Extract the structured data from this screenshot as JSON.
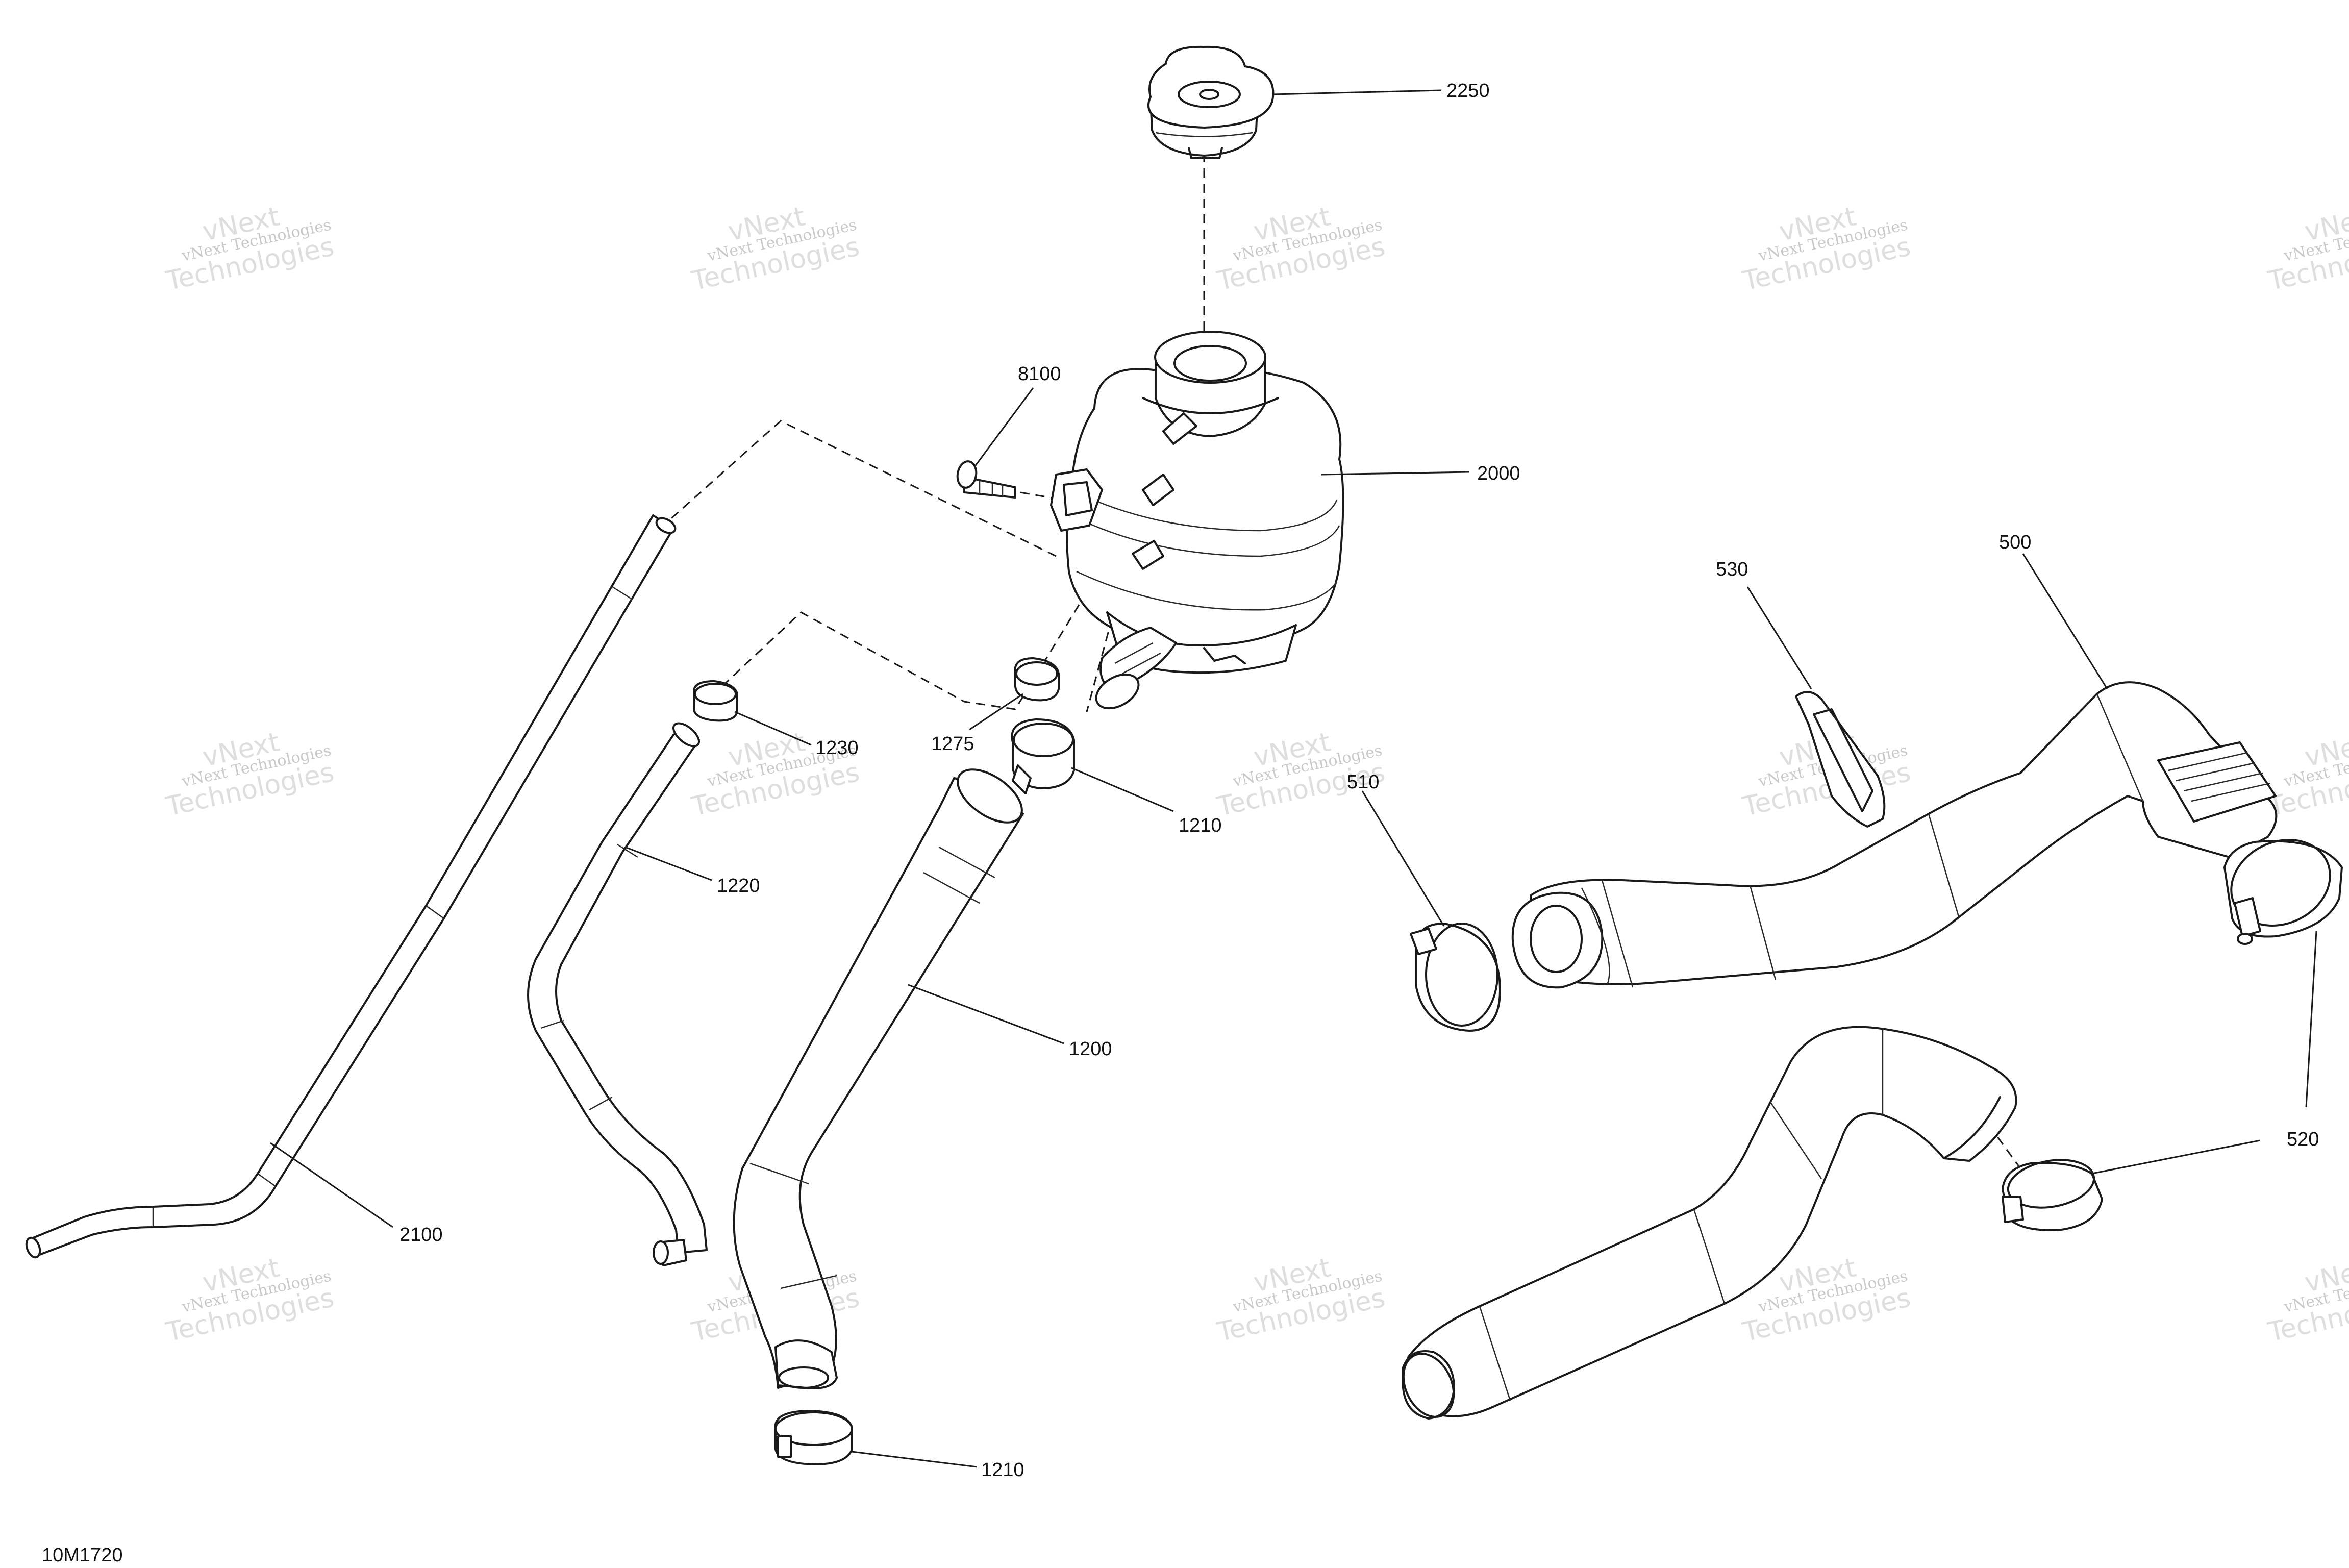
{
  "drawing": {
    "reference": "10M1720",
    "watermark_line1": "vNext Technologies",
    "watermark_line2": "Technologies",
    "watermark_prefix": "vNext"
  },
  "callouts": {
    "c2250": "2250",
    "c8100": "8100",
    "c2000": "2000",
    "c1230": "1230",
    "c1275": "1275",
    "c1210_top": "1210",
    "c1220": "1220",
    "c1200": "1200",
    "c2100": "2100",
    "c1210_bottom": "1210",
    "c530": "530",
    "c500": "500",
    "c510": "510",
    "c520": "520"
  },
  "colors": {
    "line": "#1a1a1a",
    "watermark": "#d0d0d0",
    "background": "#ffffff"
  }
}
